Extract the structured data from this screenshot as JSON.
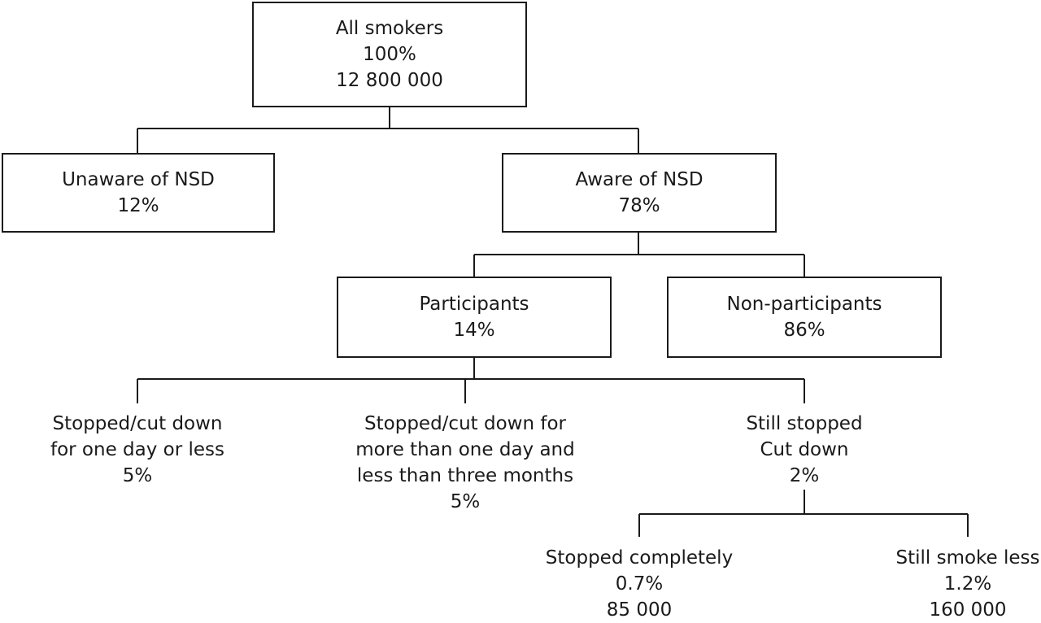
{
  "nodes": {
    "all_smokers": {
      "lines": [
        "All smokers",
        "100%",
        "12 800 000"
      ]
    },
    "unaware": {
      "lines": [
        "Unaware of NSD",
        "12%"
      ]
    },
    "aware": {
      "lines": [
        "Aware of NSD",
        "78%"
      ]
    },
    "participants": {
      "lines": [
        "Participants",
        "14%"
      ]
    },
    "non_participants": {
      "lines": [
        "Non-participants",
        "86%"
      ]
    },
    "one_day": {
      "lines": [
        "Stopped/cut down",
        "for one day or less",
        "5%"
      ]
    },
    "three_months": {
      "lines": [
        "Stopped/cut down for",
        "more than one day and",
        "less than three months",
        "5%"
      ]
    },
    "still_stopped": {
      "lines": [
        "Still stopped",
        "Cut down",
        "2%"
      ]
    },
    "stopped_completely": {
      "lines": [
        "Stopped completely",
        "0.7%",
        "85 000"
      ]
    },
    "smoke_less": {
      "lines": [
        "Still smoke less",
        "1.2%",
        "160 000"
      ]
    }
  }
}
